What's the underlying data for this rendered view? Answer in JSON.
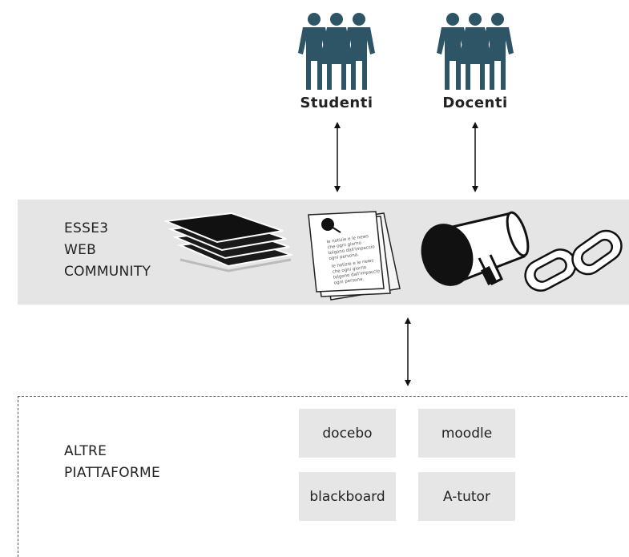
{
  "actors": [
    {
      "label": "Studenti",
      "icon": "people-group-icon"
    },
    {
      "label": "Docenti",
      "icon": "people-group-icon"
    }
  ],
  "community": {
    "title_lines": [
      "ESSE3",
      "WEB",
      "COMMUNITY"
    ],
    "note_text_lines": [
      "le notizie e le news",
      "che ogni giorno",
      "tolgono dall'impaccio",
      "ogni persona.",
      "le notizie e le news",
      "che ogni giorno",
      "tolgono dall'impaccio",
      "ogni persona."
    ],
    "icons": [
      "papers-stack-icon",
      "notes-pin-icon",
      "megaphone-icon",
      "chain-link-icon"
    ]
  },
  "platforms": {
    "title_lines": [
      "ALTRE",
      "PIATTAFORME"
    ],
    "items": [
      "docebo",
      "moodle",
      "blackboard",
      "A-tutor"
    ]
  },
  "colors": {
    "people": "#2e5566",
    "band": "#e5e5e5",
    "tile": "#e6e6e6"
  }
}
